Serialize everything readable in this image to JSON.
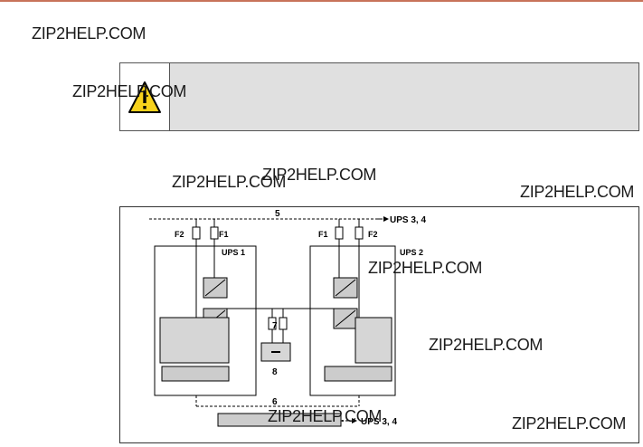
{
  "watermark_text": "ZIP2HELP.COM",
  "warning": {
    "icon": "warning-triangle-icon"
  },
  "diagram": {
    "bus_top_label": "5",
    "bus_bottom_label": "6",
    "ups_right_arrow_top": "UPS 3, 4",
    "ups_right_arrow_bottom": "UPS 3, 4",
    "ups1_label": "UPS 1",
    "ups2_label": "UPS 2",
    "fuse_f1": "F1",
    "fuse_f2": "F2",
    "fuse_7": "7",
    "battery_label": "8"
  },
  "colors": {
    "accent_rule": "#c8735a",
    "warning_fill": "#f7d21c",
    "box_fill": "#e0e0e0"
  }
}
